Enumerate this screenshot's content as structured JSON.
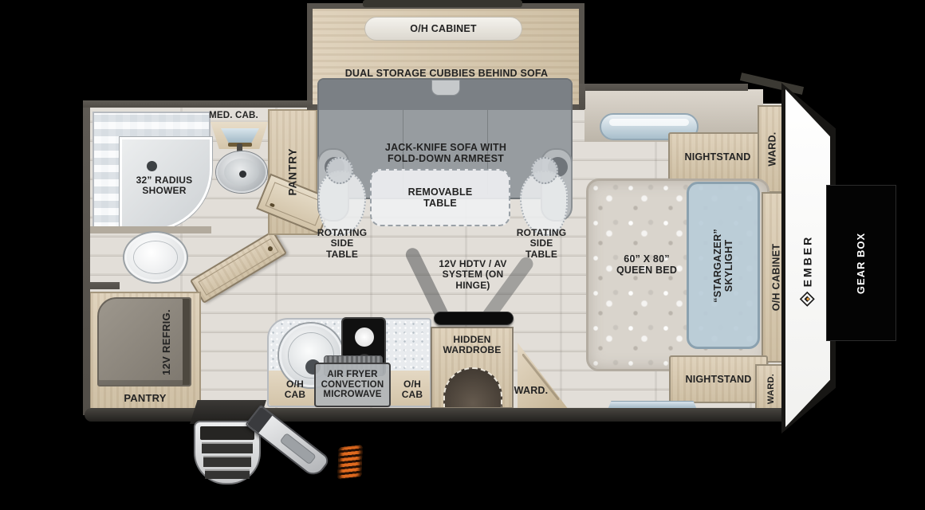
{
  "floorplan": {
    "brand": "EMBER",
    "labels": {
      "oh_cabinet": "O/H CABINET",
      "dual_storage": "DUAL STORAGE CUBBIES BEHIND SOFA",
      "sofa": "JACK-KNIFE SOFA WITH FOLD-DOWN ARMREST",
      "removable_table": "REMOVABLE TABLE",
      "rotating_table": "ROTATING SIDE TABLE",
      "med_cab": "MED. CAB.",
      "shower": "32” RADIUS SHOWER",
      "pantry": "PANTRY",
      "refrigerator": "12V REFRIG.",
      "tv": "12V HDTV / AV SYSTEM (ON HINGE)",
      "hidden_wardrobe": "HIDDEN WARDROBE",
      "wardrobe_abbr": "WARD.",
      "oh_cab": "O/H CAB",
      "microwave": "AIR FRYER CONVECTION MICROWAVE",
      "queen_bed": "60” X 80” QUEEN BED",
      "skylight": "“STARGAZER” SKYLIGHT",
      "nightstand": "NIGHTSTAND",
      "gear_box": "GEAR BOX"
    },
    "colors": {
      "background": "#000000",
      "wall": "#57534d",
      "floor": "#dedad4",
      "wood": "#d8c9b0",
      "sofa": "#94999d",
      "window": "#bfd2dd",
      "accent": "#f2a33c"
    }
  }
}
